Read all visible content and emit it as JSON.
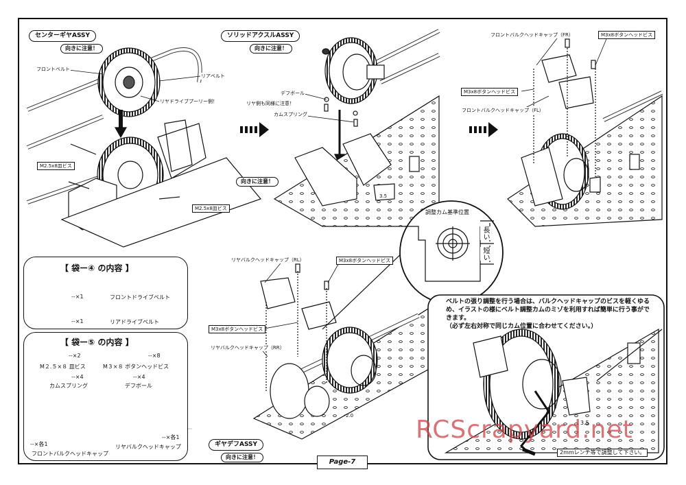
{
  "page": {
    "label": "Page-7"
  },
  "watermark": "RCScrapyard.net",
  "colors": {
    "watermark": "#c9464a",
    "line": "#111111"
  },
  "step1": {
    "title": "センターギヤASSY",
    "note": "向きに注意！",
    "labels": {
      "front_belt": "フロントベルト",
      "rear_belt": "リアベルト",
      "pulley_side": "リヤドライブプーリー側！",
      "screw_a": "M2.5x8皿ビス",
      "screw_b": "M2.5x8皿ビス"
    }
  },
  "step2": {
    "title": "ソリッドアクスルASSY",
    "note_top": "向きに注意！",
    "note_bottom": "向きに注意！",
    "labels": {
      "diff_ball": "デフボール",
      "rear_same": "リヤ側も同様に注意！",
      "cam_spring": "カムスプリング"
    },
    "mark": "3.5"
  },
  "step3": {
    "labels": {
      "front_cap_fr": "フロントバルクヘッドキャップ（FR）",
      "button_screw": "M3x8ボタンヘッドビス",
      "front_button_screw": "M3x8ボタンヘッドビス",
      "front_cap_fl": "フロントバルクヘッドキャップ（FL）"
    }
  },
  "step4": {
    "title": "ギヤデフASSY",
    "note": "向きに注意！",
    "labels": {
      "rear_cap_rl": "リヤバルクヘッドキャップ（RL）",
      "button_screw_top": "M3x8ボタンヘッドビス",
      "button_screw_mid": "M3x8ボタンヘッドビス",
      "rear_cap_rr": "リヤバルクヘッドキャップ（RR）"
    },
    "mark": "2.0"
  },
  "cam_detail": {
    "title": "調整カム基準位置",
    "long": "長い",
    "short": "短い"
  },
  "belt_note": {
    "text": "ベルトの張り調整を行う場合は、バルクヘッドキャップのビスを軽くゆるめ、イラストの様にベルト調整カムのミゾを利用すれば簡単に行う事ができます。\n（必ず左右対称で同じカム位置に合わせてください。）",
    "tool": "2mmレンチ等で調整して下さい。",
    "mark": "3.5"
  },
  "bag4": {
    "title": "【 袋ー④ の内容 】",
    "items": [
      {
        "qty": "‐‐×1",
        "name": "フロントドライブベルト"
      },
      {
        "qty": "‐‐×1",
        "name": "リアドライブベルト"
      }
    ]
  },
  "bag5": {
    "title": "【 袋ー⑤ の内容 】",
    "items": [
      {
        "qty": "‐‐×2",
        "name": "M２.５×８ 皿ビス"
      },
      {
        "qty": "‐‐×8",
        "name": "M３×８ ボタンヘッドビス"
      },
      {
        "qty": "‐‐×4",
        "name": "カムスプリング"
      },
      {
        "qty": "‐‐×4",
        "name": "デフボール"
      },
      {
        "qty": "‐‐×各1",
        "name": "フロントバルクヘッドキャップ"
      },
      {
        "qty": "‐‐×各1",
        "name": "リヤバルクヘッドキャップ"
      }
    ]
  }
}
